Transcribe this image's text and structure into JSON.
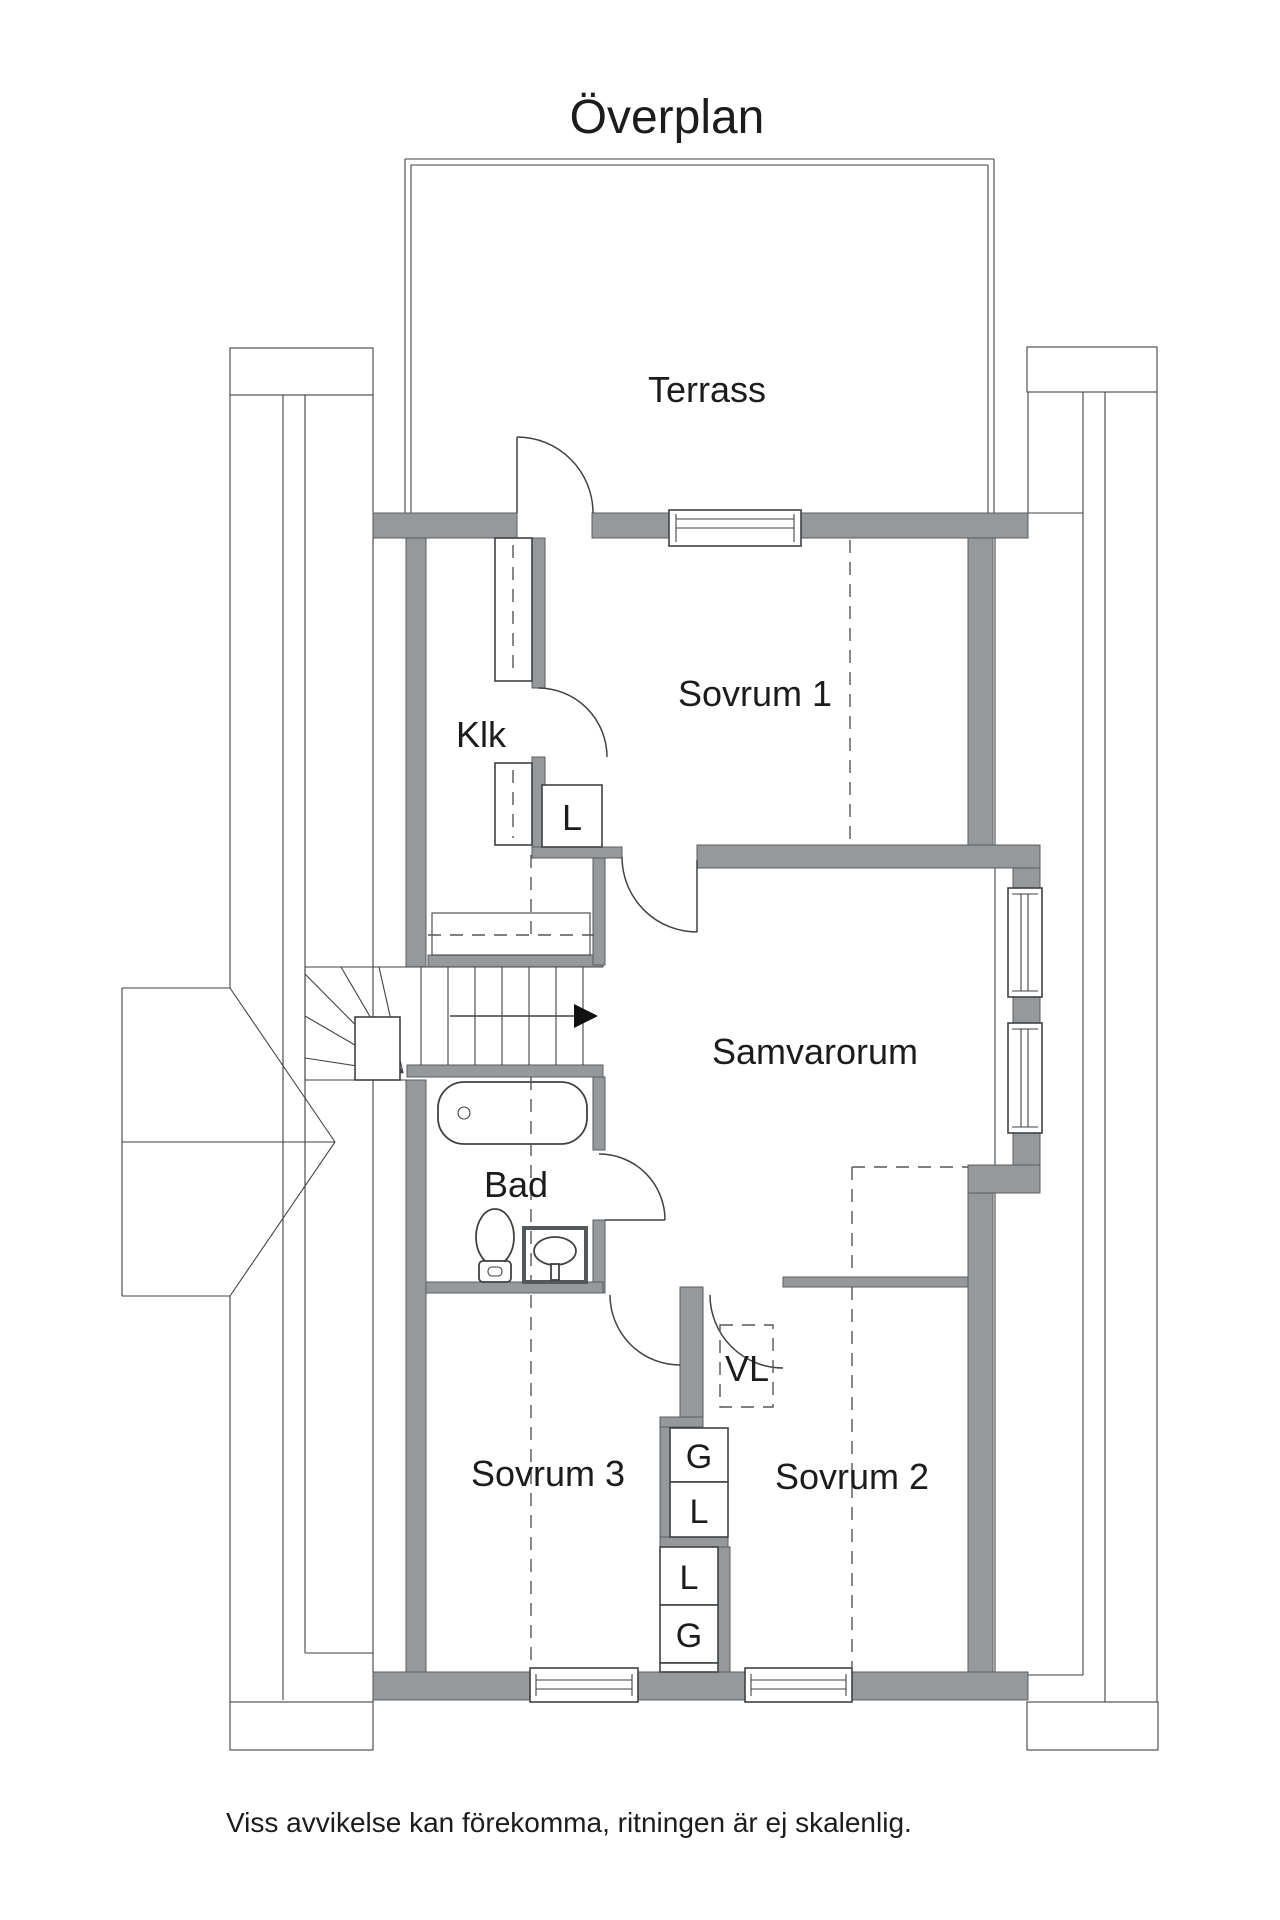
{
  "title": "Överplan",
  "footer": "Viss avvikelse kan förekomma, ritningen är ej skalenlig.",
  "rooms": {
    "terrass": "Terrass",
    "sovrum1": "Sovrum 1",
    "klk": "Klk",
    "samvarorum": "Samvarorum",
    "bad": "Bad",
    "vl": "VL",
    "sovrum3": "Sovrum 3",
    "sovrum2": "Sovrum 2"
  },
  "cabinets": {
    "klk_linen": "L",
    "upper_g": "G",
    "upper_l": "L",
    "lower_l": "L",
    "lower_g": "G"
  },
  "colors": {
    "wall": "#96999c",
    "line": "#3f4245",
    "text": "#1c1c1c",
    "background": "#ffffff"
  }
}
